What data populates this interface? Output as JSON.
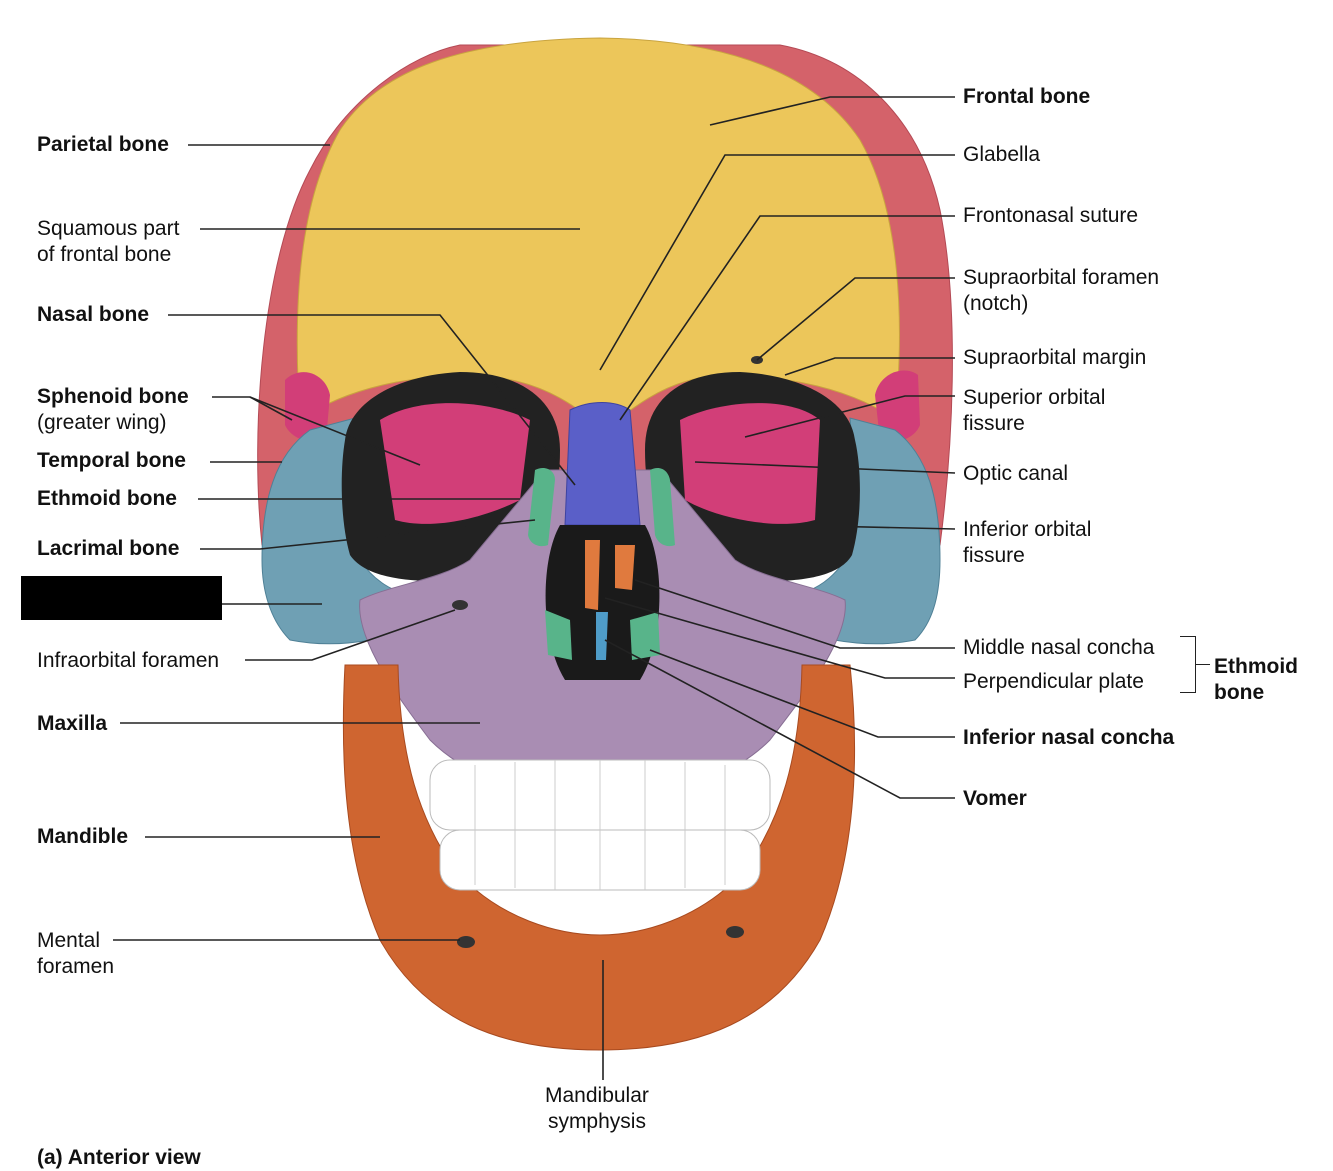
{
  "labels": {
    "parietal_bone": "Parietal bone",
    "squamous_part": [
      "Squamous part",
      "of frontal bone"
    ],
    "nasal_bone": "Nasal bone",
    "sphenoid_bone": "Sphenoid bone",
    "sphenoid_sub": "(greater wing)",
    "temporal_bone": "Temporal bone",
    "ethmoid_bone": "Ethmoid bone",
    "lacrimal_bone": "Lacrimal bone",
    "infraorbital_foramen": "Infraorbital foramen",
    "maxilla": "Maxilla",
    "mandible": "Mandible",
    "mental_foramen": [
      "Mental",
      "foramen"
    ],
    "mandibular_symphysis": [
      "Mandibular",
      "symphysis"
    ],
    "frontal_bone": "Frontal bone",
    "glabella": "Glabella",
    "frontonasal_suture": "Frontonasal suture",
    "supraorbital_foramen": [
      "Supraorbital foramen",
      "(notch)"
    ],
    "supraorbital_margin": "Supraorbital margin",
    "superior_orbital_fissure": [
      "Superior orbital",
      "fissure"
    ],
    "optic_canal": "Optic canal",
    "inferior_orbital_fissure": [
      "Inferior orbital",
      "fissure"
    ],
    "middle_nasal_concha": "Middle nasal concha",
    "perpendicular_plate": "Perpendicular plate",
    "ethmoid_group": [
      "Ethmoid",
      "bone"
    ],
    "inferior_nasal_concha": "Inferior nasal concha",
    "vomer": "Vomer"
  },
  "caption": "(a) Anterior view",
  "colors": {
    "frontal": "#ecc65a",
    "parietal": "#d4626a",
    "sphenoid": "#d23e78",
    "temporal": "#6fa0b4",
    "zygomatic": "#6fa0b4",
    "nasal": "#5a5fc8",
    "ethmoid": "#58b48a",
    "lacrimal": "#58b48a",
    "maxilla": "#a98db3",
    "mandible": "#cf6530",
    "concha": "#e07a3e",
    "vomer": "#4f9cc8",
    "teeth": "#ffffff",
    "leader_line": "#222222"
  }
}
